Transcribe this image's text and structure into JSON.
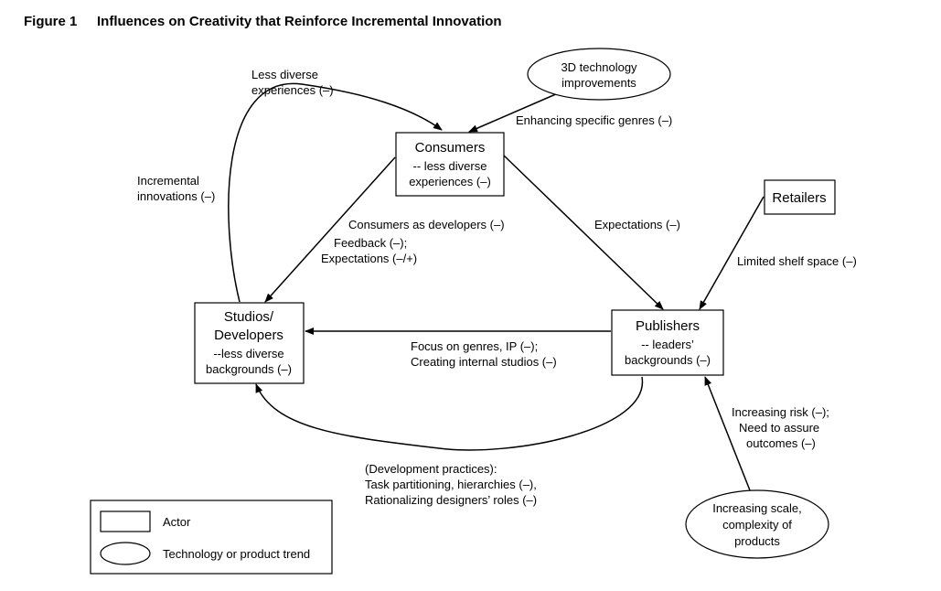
{
  "figure": {
    "number": "Figure 1",
    "title": "Influences on Creativity that Reinforce Incremental Innovation"
  },
  "nodes": {
    "consumers": {
      "title": "Consumers",
      "lines": [
        "-- less diverse",
        "experiences (–)"
      ]
    },
    "studios": {
      "title_lines": [
        "Studios/",
        "Developers"
      ],
      "lines": [
        "--less diverse",
        "backgrounds (–)"
      ]
    },
    "publishers": {
      "title": "Publishers",
      "lines": [
        "-- leaders’",
        "backgrounds (–)"
      ]
    },
    "retailers": {
      "title": "Retailers"
    },
    "tech3d": {
      "lines": [
        "3D technology",
        "improvements"
      ]
    },
    "scale": {
      "lines": [
        "Increasing scale,",
        "complexity of",
        "products"
      ]
    }
  },
  "edge_labels": {
    "less_diverse_experiences": [
      "Less diverse",
      "experiences (–)"
    ],
    "incremental_innovations": [
      "Incremental",
      "innovations (–)"
    ],
    "enhancing_genres": [
      "Enhancing specific genres (–)"
    ],
    "consumers_as_developers": [
      "Consumers as developers (–)"
    ],
    "feedback": [
      "Feedback (–);",
      "Expectations (–/+)"
    ],
    "expectations": [
      "Expectations (–)"
    ],
    "shelf_space": [
      "Limited shelf space (–)"
    ],
    "focus_genres": [
      "Focus on genres, IP (–);",
      "Creating internal studios (–)"
    ],
    "risk": [
      "Increasing risk (–);",
      "Need to assure",
      "outcomes (–)"
    ],
    "dev_practices": [
      "(Development practices):",
      "Task partitioning, hierarchies (–),",
      "Rationalizing designers’ roles (–)"
    ]
  },
  "legend": {
    "actor": "Actor",
    "trend": "Technology or product trend"
  }
}
